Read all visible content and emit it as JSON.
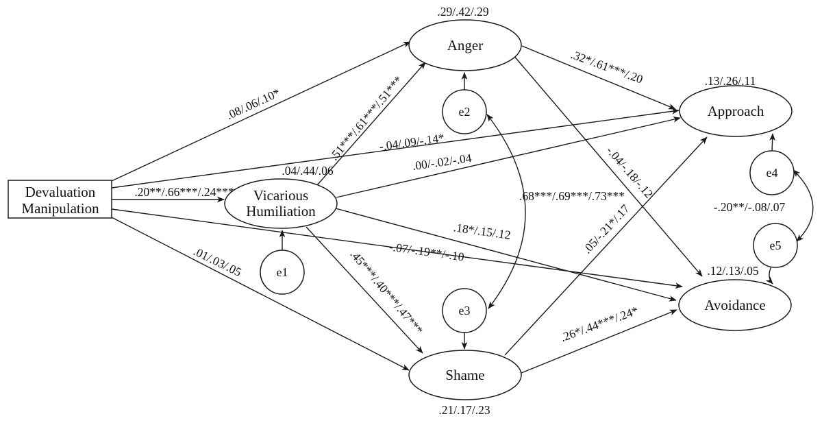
{
  "figure": {
    "background_color": "#ffffff",
    "line_color": "#1a1a1a",
    "nodes": {
      "devaluation_manipulation": {
        "line1": "Devaluation",
        "line2": "Manipulation"
      },
      "vicarious_humiliation": {
        "line1": "Vicarious",
        "line2": "Humiliation",
        "r_squared": ".04/.44/.06"
      },
      "anger": {
        "label": "Anger",
        "r_squared": ".29/.42/.29"
      },
      "shame": {
        "label": "Shame",
        "r_squared": ".21/.17/.23"
      },
      "approach": {
        "label": "Approach",
        "r_squared": ".13/.26/.11"
      },
      "avoidance": {
        "label": "Avoidance",
        "r_squared": ".12/.13/.05"
      },
      "error_terms": {
        "e1": "e1",
        "e2": "e2",
        "e3": "e3",
        "e4": "e4",
        "e5": "e5"
      }
    },
    "path_coefficients": {
      "dm_to_anger": ".08/.06/.10*",
      "dm_to_approach": "-.04/.09/-.14*",
      "dm_to_vicarious_humiliation": ".20**/.66***/.24***",
      "dm_to_avoidance": "-.07/-.19**/-.10",
      "dm_to_shame": ".01/.03/.05",
      "vh_to_anger": ".51***/.61***/.51***",
      "vh_to_approach": ".00/-.02/-.04",
      "vh_to_avoidance": ".18*/.15/.12",
      "vh_to_shame": ".45***/.40***/.47***",
      "anger_to_approach": ".32*/.61***/.20",
      "anger_to_avoidance": "-.04/-.18/-.12",
      "shame_to_approach": ".05/-.21*/.17",
      "shame_to_avoidance": ".26*/.44***/.24*",
      "e2_e3_covariance": ".68***/.69***/.73***",
      "e4_e5_covariance": "-.20**/-.08/.07"
    }
  }
}
